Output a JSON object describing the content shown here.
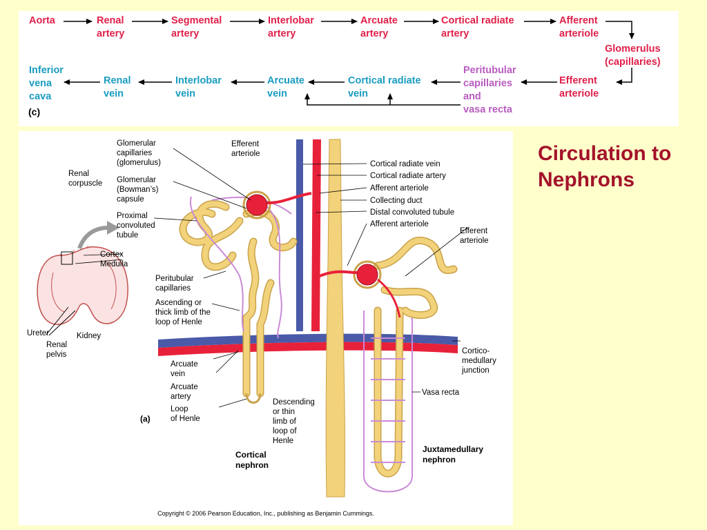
{
  "flow": {
    "part_label": "(c)",
    "nodes": {
      "aorta": "Aorta",
      "renal_artery": "Renal\nartery",
      "segmental_artery": "Segmental\nartery",
      "interlobar_artery": "Interlobar\nartery",
      "arcuate_artery": "Arcuate\nartery",
      "cortical_radiate_artery": "Cortical radiate\nartery",
      "afferent_arteriole": "Afferent\narteriole",
      "glomerulus": "Glomerulus\n(capillaries)",
      "efferent_arteriole": "Efferent\narteriole",
      "peritubular": "Peritubular\ncapillaries\nand\nvasa recta",
      "cortical_radiate_vein": "Cortical radiate\nvein",
      "arcuate_vein": "Arcuate\nvein",
      "interlobar_vein": "Interlobar\nvein",
      "renal_vein": "Renal\nvein",
      "inferior_vena_cava": "Inferior\nvena\ncava"
    },
    "colors": {
      "arterial": "#e0204a",
      "venous": "#1a9cc0",
      "capillary": "#b85cc0"
    }
  },
  "figure": {
    "part_label": "(a)",
    "labels": {
      "glomerular_capillaries": [
        "Glomerular",
        "capillaries",
        "(glomerulus)"
      ],
      "renal_corpuscle": [
        "Renal",
        "corpuscle"
      ],
      "glomerular_capsule": [
        "Glomerular",
        "(Bowman’s)",
        "capsule"
      ],
      "proximal_tubule": [
        "Proximal",
        "convoluted",
        "tubule"
      ],
      "efferent_arteriole_top": [
        "Efferent",
        "arteriole"
      ],
      "cortical_radiate_vein": "Cortical radiate vein",
      "cortical_radiate_artery": "Cortical radiate artery",
      "afferent_arteriole_1": "Afferent arteriole",
      "collecting_duct": "Collecting duct",
      "distal_tubule": "Distal convoluted tubule",
      "afferent_arteriole_2": "Afferent arteriole",
      "efferent_arteriole_right": [
        "Efferent",
        "arteriole"
      ],
      "cortex": "Cortex",
      "medulla": "Medulla",
      "peritubular_capillaries": [
        "Peritubular",
        "capillaries"
      ],
      "ascending_limb": [
        "Ascending or",
        "thick limb of the",
        "loop of Henle"
      ],
      "ureter": "Ureter",
      "renal_pelvis": [
        "Renal",
        "pelvis"
      ],
      "kidney": "Kidney",
      "corticomedullary_junction": [
        "Cortico-",
        "medullary",
        "junction"
      ],
      "arcuate_vein": [
        "Arcuate",
        "vein"
      ],
      "arcuate_artery": [
        "Arcuate",
        "artery"
      ],
      "loop_of_henle": [
        "Loop",
        "of Henle"
      ],
      "descending_limb": [
        "Descending",
        "or thin",
        "limb of",
        "loop of",
        "Henle"
      ],
      "vasa_recta": "Vasa recta",
      "cortical_nephron": [
        "Cortical",
        "nephron"
      ],
      "juxtamedullary_nephron": [
        "Juxtamedullary",
        "nephron"
      ]
    },
    "copyright": "Copyright © 2006 Pearson Education, Inc., publishing as Benjamin Cummings.",
    "colors": {
      "artery": "#e8213a",
      "vein": "#4a5aa8",
      "tubule": "#f2d27a",
      "tubule_outline": "#c9a24a",
      "capillary": "#c98ad6"
    }
  },
  "title": "Circulation to\nNephrons"
}
